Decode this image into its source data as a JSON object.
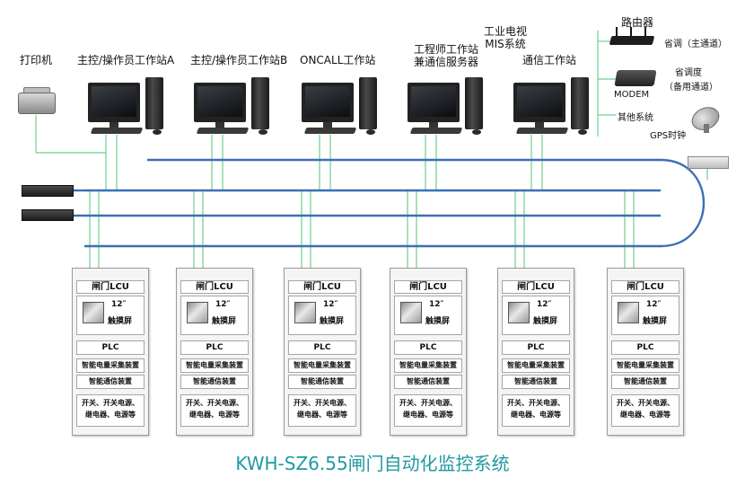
{
  "title": "KWH-SZ6.55闸门自动化监控系统",
  "labels": {
    "printer": "打印机",
    "workstations": [
      {
        "line1": "主控/操作员工作站A"
      },
      {
        "line1": "主控/操作员工作站B"
      },
      {
        "line1": "ONCALL工作站"
      },
      {
        "line1": "工程师工作站",
        "line2": "兼通信服务器"
      },
      {
        "line1": "通信工作站"
      }
    ],
    "industrial_tv": "工业电视",
    "mis": "MIS系统",
    "router": "路由器",
    "router_link": "省调（主通道）",
    "modem_name": "MODEM",
    "modem_link_1": "省调度",
    "modem_link_2": "（备用通道）",
    "other_system": "其他系统",
    "gps": "GPS时钟"
  },
  "cabinet": {
    "lcu": "闸门LCU",
    "touch_size": "12″",
    "touch_label": "触摸屏",
    "plc": "PLC",
    "meas": "智能电量采集装置",
    "comm": "智能通信装置",
    "misc_1": "开关、开关电源、",
    "misc_2": "继电器、电源等"
  },
  "cabinet_count": 6,
  "colors": {
    "bus": "#3b6fb6",
    "wire": "#6fcf8a",
    "title": "#1f9aa0"
  }
}
